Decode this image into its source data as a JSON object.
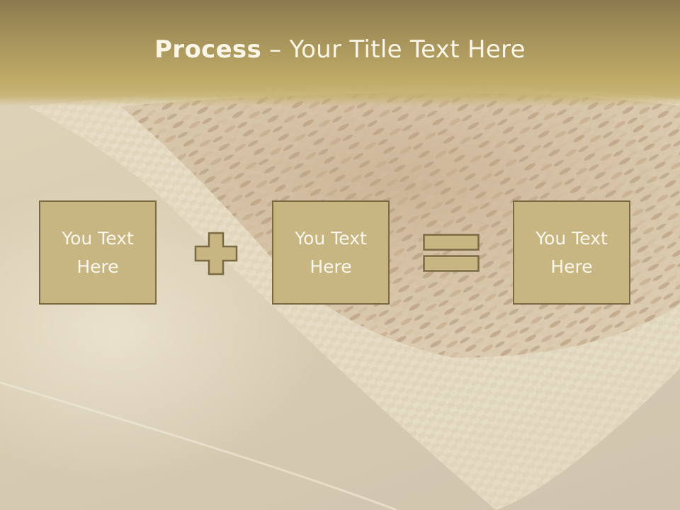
{
  "slide": {
    "title_bold": "Process",
    "title_rest": " – Your Title Text Here",
    "box1_text": "You Text Here",
    "box2_text": "You Text Here",
    "box3_text": "You Text Here",
    "operator1": "plus-icon",
    "operator2": "equals-icon"
  },
  "colors": {
    "header": "#b29f5f",
    "box_fill": "#c7b582",
    "box_border": "#7a6a43",
    "title_text": "#fbf6e8"
  }
}
